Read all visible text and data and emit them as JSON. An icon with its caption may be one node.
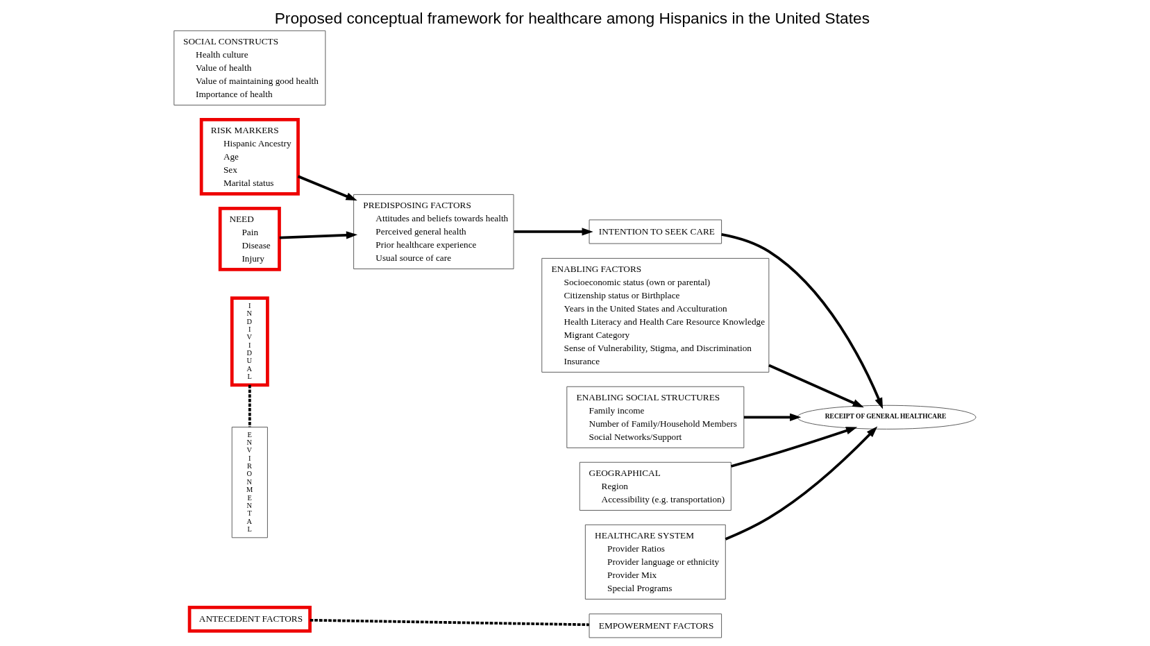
{
  "diagram": {
    "title": "Proposed conceptual framework for healthcare among Hispanics in the United States",
    "nodes": [
      {
        "text": [
          "ANTECEDENT FACTORS"
        ]
      },
      {
        "text": [
          "EMPOWERMENT FACTORS"
        ]
      },
      {
        "text": [
          "INDIVIDUAL"
        ]
      },
      {
        "text": [
          "RISK MARKERS",
          "Hispanic Ancestry",
          "Age",
          "Sex",
          "Marital status"
        ]
      },
      {
        "text": [
          "NEED",
          "Pain",
          "Disease",
          "Injury"
        ]
      },
      {
        "text": [
          "ENVIRONMENTAL"
        ]
      },
      {
        "text": [
          "PREDISPOSING FACTORS",
          "Attitudes and beliefs towards health",
          "Perceived general health",
          "Prior healthcare experience",
          "Usual source of care"
        ]
      },
      {
        "text": [
          "ENABLING FACTORS",
          "Socioeconomic status (own or parental)",
          "Citizenship status or Birthplace",
          "Years in the United States and Acculturation",
          "Health Literacy and Health Care Resource Knowledge",
          "Migrant Category",
          "Sense of Vulnerability, Stigma, and Discrimination",
          "Insurance"
        ]
      },
      {
        "text": [
          "INTENTION TO SEEK CARE"
        ]
      },
      {
        "text": [
          "RECEIPT OF GENERAL HEALTHCARE"
        ]
      },
      {
        "text": [
          "SOCIAL CONSTRUCTS",
          "Health culture",
          "Value of health",
          "Value of maintaining good health",
          "Importance of health"
        ]
      },
      {
        "text": [
          "ENABLING SOCIAL STRUCTURES",
          "Family income",
          "Number of Family/Household Members",
          "Social Networks/Support"
        ]
      },
      {
        "text": [
          "GEOGRAPHICAL",
          "Region",
          "Accessibility (e.g. transportation)"
        ]
      },
      {
        "text": [
          "HEALTHCARE SYSTEM",
          "Provider Ratios",
          "Provider language or ethnicity",
          "Provider Mix",
          "Special Programs"
        ]
      }
    ],
    "edges": [
      {
        "from": 0,
        "to": 1,
        "arrow": "none",
        "style": "dashed"
      },
      {
        "from": 2,
        "to": 5,
        "arrow": "none",
        "style": "dashed"
      },
      {
        "from": 3,
        "to": 6,
        "arrow": "to"
      },
      {
        "from": 4,
        "to": 6,
        "arrow": "to"
      },
      {
        "from": 6,
        "to": 8,
        "arrow": "to"
      },
      {
        "from": 8,
        "to": 9,
        "arrow": "to"
      },
      {
        "from": 7,
        "to": 9,
        "arrow": "to"
      },
      {
        "from": 11,
        "to": 9,
        "arrow": "to"
      },
      {
        "from": 12,
        "to": 9,
        "arrow": "to"
      },
      {
        "from": 13,
        "to": 9,
        "arrow": "to"
      }
    ]
  }
}
